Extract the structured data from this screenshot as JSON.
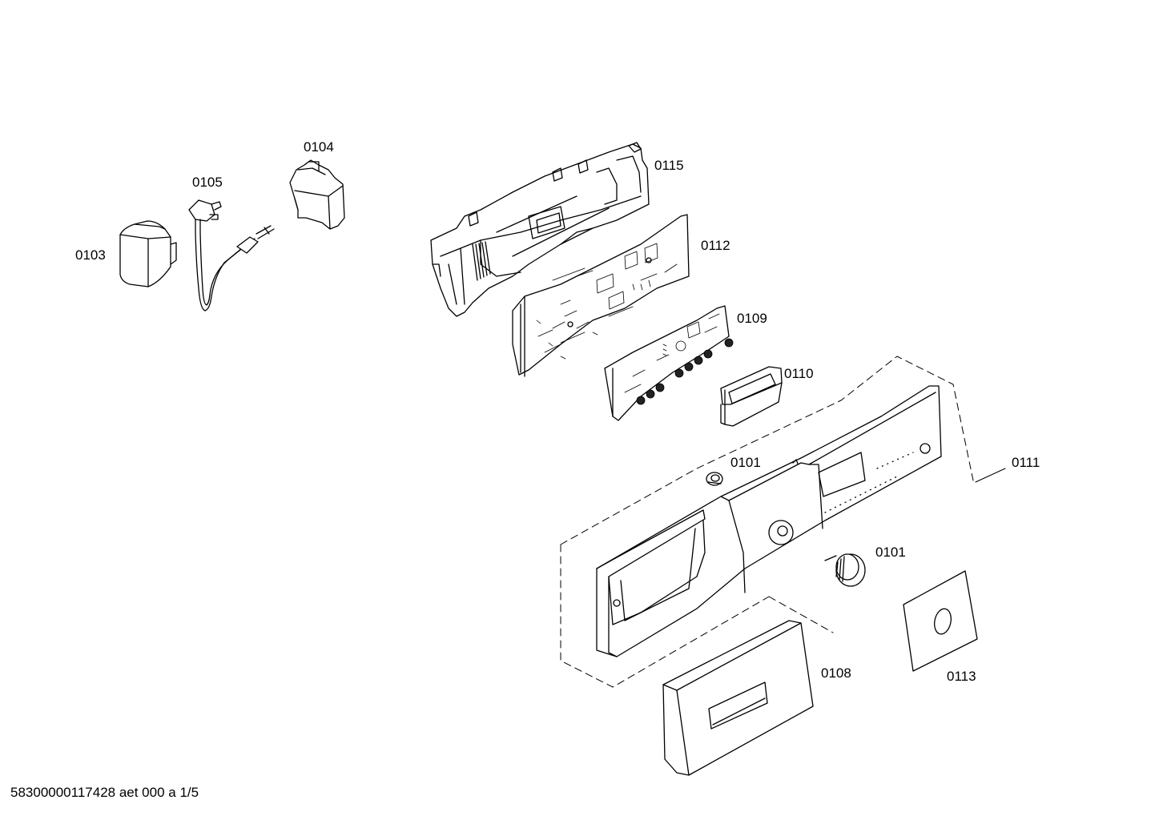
{
  "labels": {
    "p0103": "0103",
    "p0105": "0105",
    "p0104": "0104",
    "p0115": "0115",
    "p0112": "0112",
    "p0109": "0109",
    "p0110": "0110",
    "p0101a": "0101",
    "p0111": "0111",
    "p0101b": "0101",
    "p0108": "0108",
    "p0113": "0113"
  },
  "footer": "58300000117428 aet 000 a 1/5"
}
